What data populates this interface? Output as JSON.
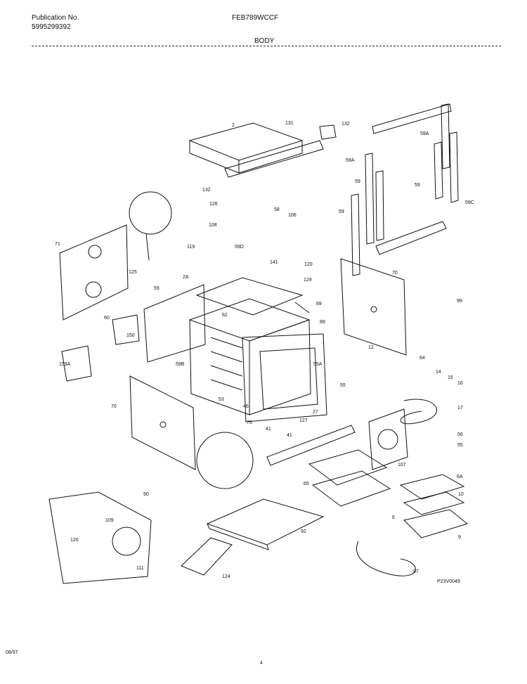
{
  "header": {
    "publication_label": "Publication No.",
    "publication_number": "5995299392",
    "model": "FEB789WCCF",
    "section": "BODY"
  },
  "footer": {
    "date": "08/97",
    "page": "4"
  },
  "diagram_code": "P23V0049",
  "part_labels": [
    "2",
    "131",
    "132",
    "132",
    "59A",
    "59A",
    "59",
    "59",
    "59",
    "59C",
    "126",
    "58",
    "106",
    "108",
    "59D",
    "119",
    "141",
    "120",
    "129",
    "71",
    "125",
    "2A",
    "59",
    "70",
    "99",
    "89",
    "60",
    "150",
    "159A",
    "62",
    "89",
    "59B",
    "53",
    "55A",
    "55",
    "41",
    "41",
    "76",
    "127",
    "46",
    "27",
    "12",
    "64",
    "14",
    "15",
    "16",
    "17",
    "56",
    "55",
    "107",
    "70",
    "90",
    "65",
    "6A",
    "10",
    "6",
    "9",
    "126",
    "109",
    "111",
    "92",
    "124",
    "97"
  ]
}
